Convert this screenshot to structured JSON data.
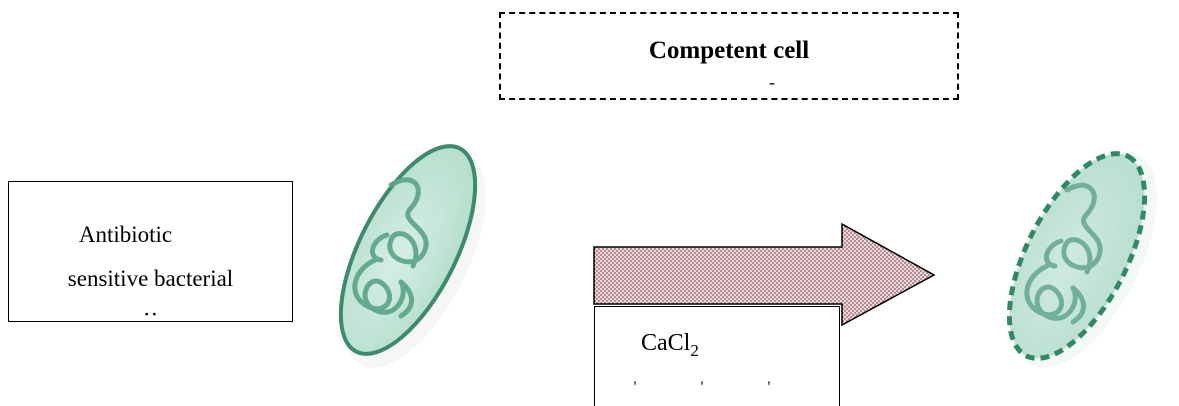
{
  "diagram": {
    "title": "Competent cell",
    "title_underscore": "-",
    "left_label": {
      "line1": "Antibiotic",
      "line2": "sensitive bacterial",
      "line3": "··"
    },
    "reagent": {
      "text": "CaCl",
      "subscript": "2",
      "ticks": "' ' '"
    },
    "colors": {
      "cell_fill": "#c8e6da",
      "cell_outline": "#3f8f6f",
      "dna": "#5fa88c",
      "arrow_fill": "#e7d2d4",
      "arrow_dots": "#8a5a60"
    },
    "icons": [
      "bacterial-cell-icon",
      "competent-cell-icon",
      "right-arrow-icon"
    ]
  }
}
